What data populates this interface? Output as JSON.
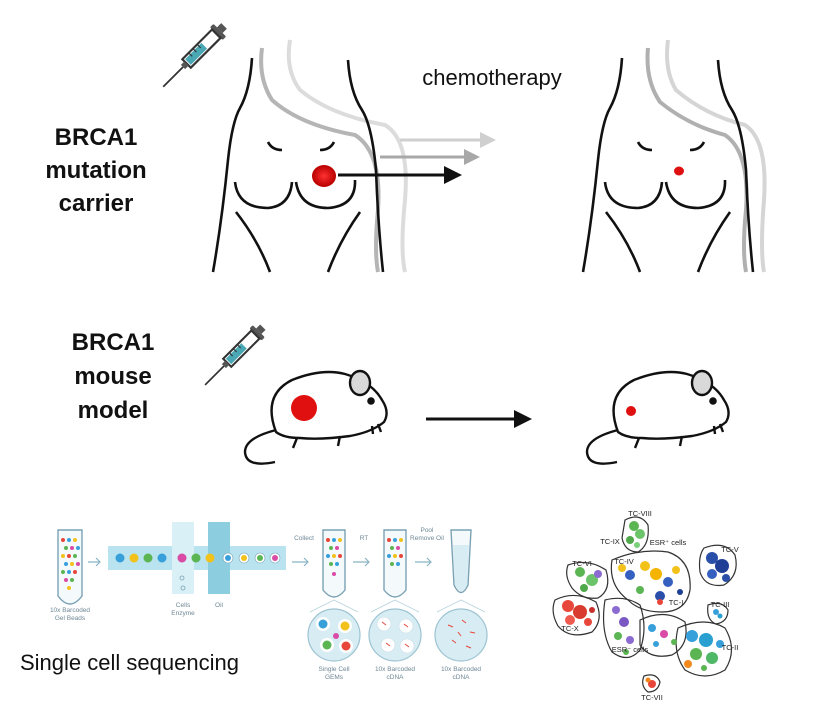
{
  "human": {
    "label_lines": [
      "BRCA1",
      "mutation",
      "carrier"
    ],
    "treatment_label": "chemotherapy"
  },
  "mouse": {
    "label_lines": [
      "BRCA1",
      "mouse",
      "model"
    ]
  },
  "sequencing": {
    "title": "Single cell sequencing",
    "workflow": {
      "gel_beads": [
        "10x Barcoded",
        "Gel Beads"
      ],
      "cells": [
        "Cells",
        "Enzyme"
      ],
      "oil": "Oil",
      "collect": "Collect",
      "rt": "RT",
      "pool": [
        "Pool",
        "Remove Oil"
      ],
      "gems": [
        "Single Cell",
        "GEMs"
      ],
      "cdna1": [
        "10x Barcoded",
        "cDNA"
      ],
      "cdna2": [
        "10x Barcoded",
        "cDNA"
      ]
    },
    "clusters": {
      "tc8": "TC-VIII",
      "tc9": "TC-IX",
      "esr_pos": "ESR⁺ cells",
      "tc5": "TC-V",
      "tc6": "TC-VI",
      "tc4": "TC-IV",
      "tc1": "TC-I",
      "tc3": "TC-III",
      "tcx": "TC-X",
      "esr_neg": "ESR⁻ cells",
      "tc2": "TC-II",
      "tc7": "TC-VII"
    }
  },
  "colors": {
    "tumor": "#e01010",
    "syringe": "#4aa8b5",
    "arrow": "#111111",
    "ghost_arrow_1": "#cfcfcf",
    "ghost_arrow_2": "#a8a8a8",
    "microfluidic": "#b9e3ee"
  }
}
